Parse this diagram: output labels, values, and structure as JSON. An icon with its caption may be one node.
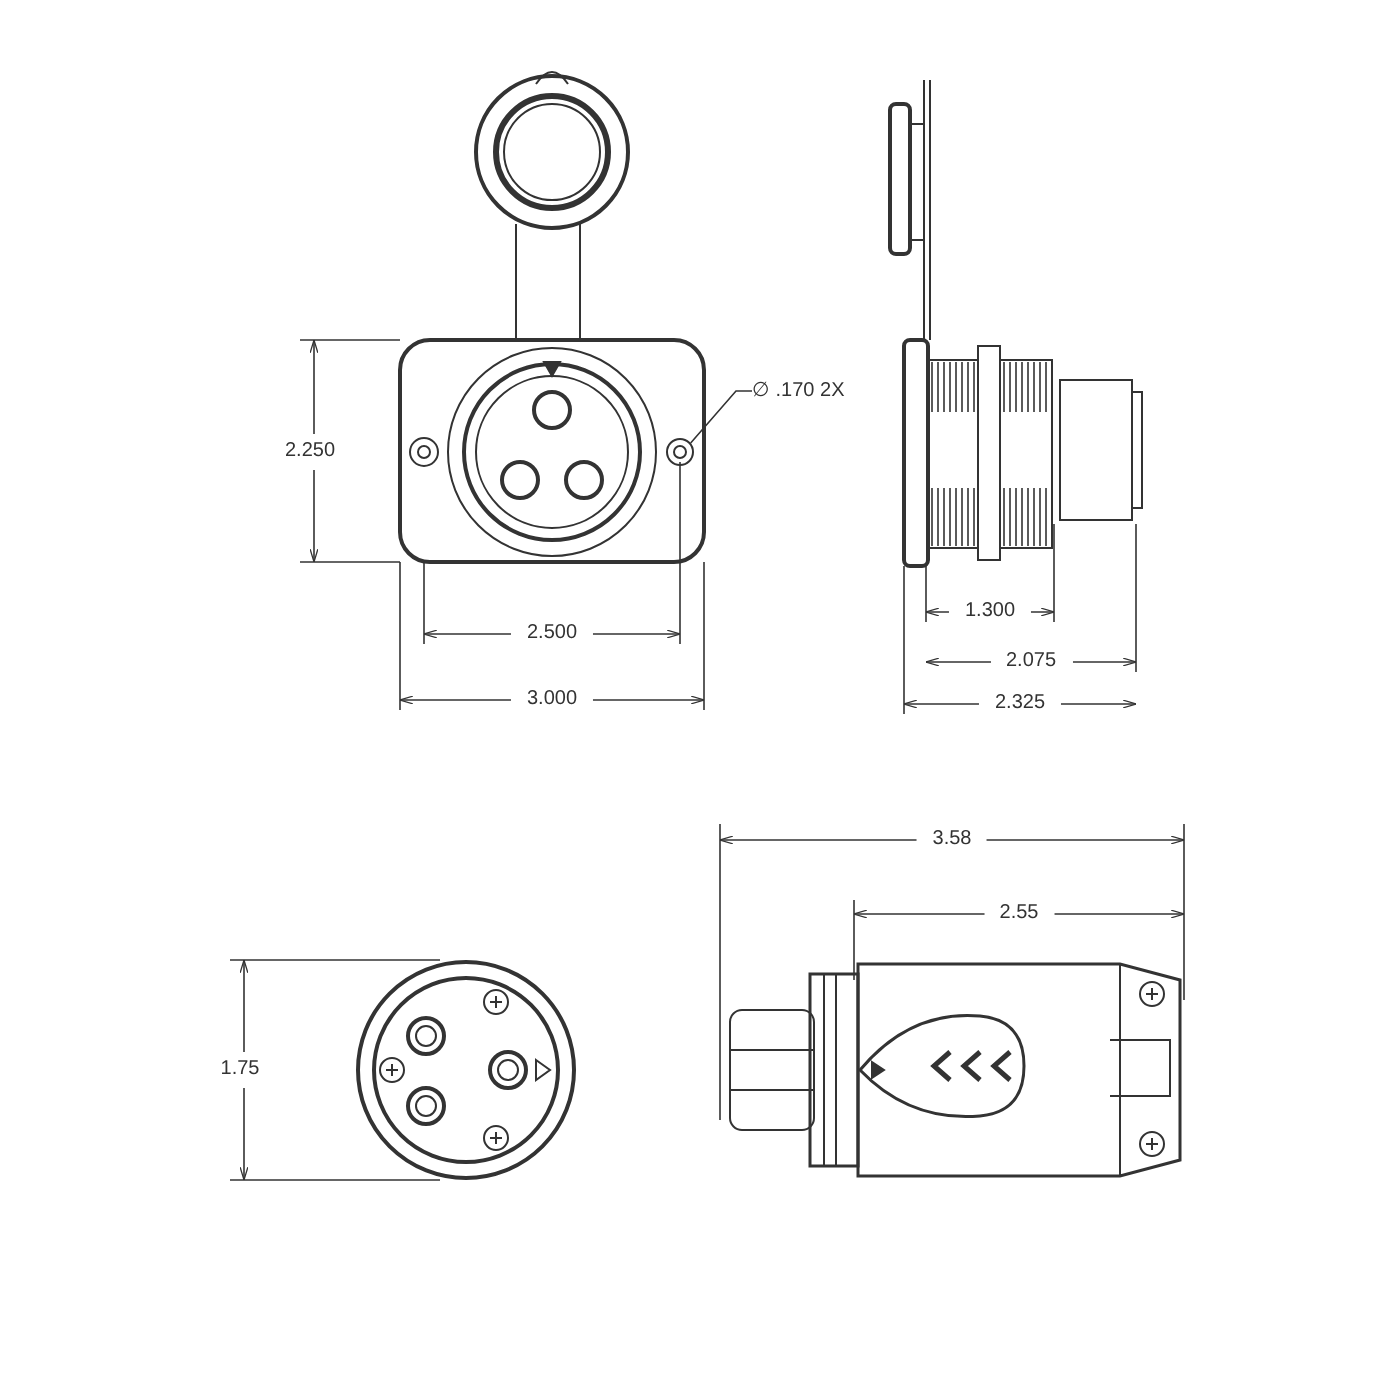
{
  "diagram": {
    "nodes": [
      {
        "text": [
          "∅ .170 2X"
        ]
      },
      {
        "text": [],
        "shape": "circle"
      }
    ],
    "edges": [
      {
        "from": 0,
        "to": 1,
        "arrow": "none"
      }
    ],
    "labels": [
      "2.250",
      "2.500",
      "3.000",
      "1.300",
      "2.075",
      "2.325",
      "3.58",
      "2.55",
      "1.75"
    ]
  }
}
